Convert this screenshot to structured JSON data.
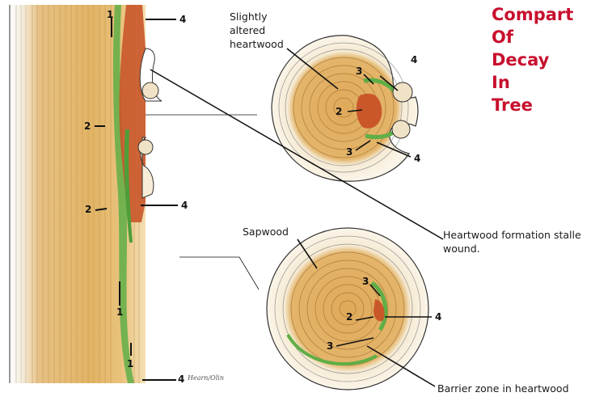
{
  "title": [
    "Compart",
    "Of",
    "Decay",
    "In",
    "Tree"
  ],
  "labels": {
    "slightly_altered": [
      "Slightly",
      "altered",
      "heartwood"
    ],
    "sapwood": "Sapwood",
    "heartwood_formation": [
      "Heartwood formation stalle",
      "wound."
    ],
    "barrier_zone": "Barrier zone in heartwood"
  },
  "numbers": {
    "trunk_top_1": "1",
    "trunk_top_4": "4",
    "trunk_mid_2a": "2",
    "trunk_mid_2b": "2",
    "trunk_mid_4": "4",
    "trunk_low_1a": "1",
    "trunk_low_1b": "1",
    "trunk_bottom_4": "4",
    "upper_disc_3a": "3",
    "upper_disc_4a": "4",
    "upper_disc_2": "2",
    "upper_disc_3b": "3",
    "upper_disc_4b": "4",
    "lower_disc_3a": "3",
    "lower_disc_2": "2",
    "lower_disc_4": "4",
    "lower_disc_3b": "3"
  },
  "signature": "Hearn/Olin",
  "colors": {
    "title": "#c8102e",
    "sapwood": "#f7ecd6",
    "heartwood": "#e0b15e",
    "decay": "#c9572a",
    "barrier": "#5fae46"
  }
}
